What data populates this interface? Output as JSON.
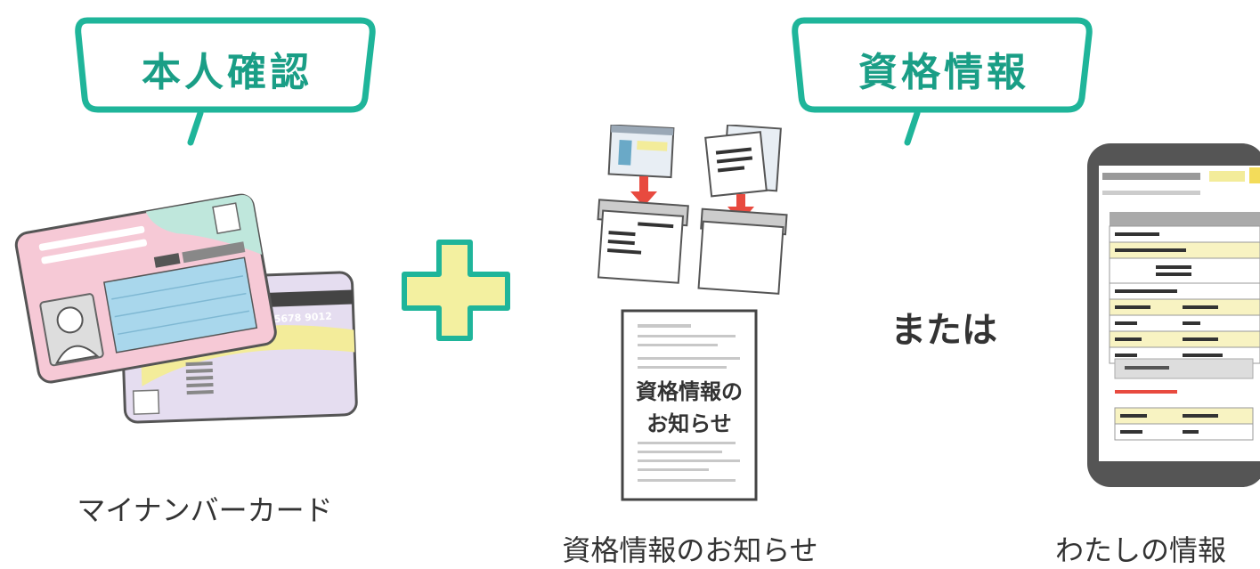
{
  "bubbles": {
    "identity": "本人確認",
    "qualification": "資格情報"
  },
  "or_text": "または",
  "captions": {
    "card": "マイナンバーカード",
    "notice": "資格情報のお知らせ",
    "my_info": "わたしの情報"
  },
  "notice_doc": {
    "line1": "資格情報の",
    "line2": "お知らせ"
  },
  "card_number": "5678 9012",
  "colors": {
    "accent_teal": "#1fb59a",
    "plus_yellow": "#f3f0a0",
    "card_pink": "#f6c9d6",
    "arrow_red": "#e84a3f"
  }
}
